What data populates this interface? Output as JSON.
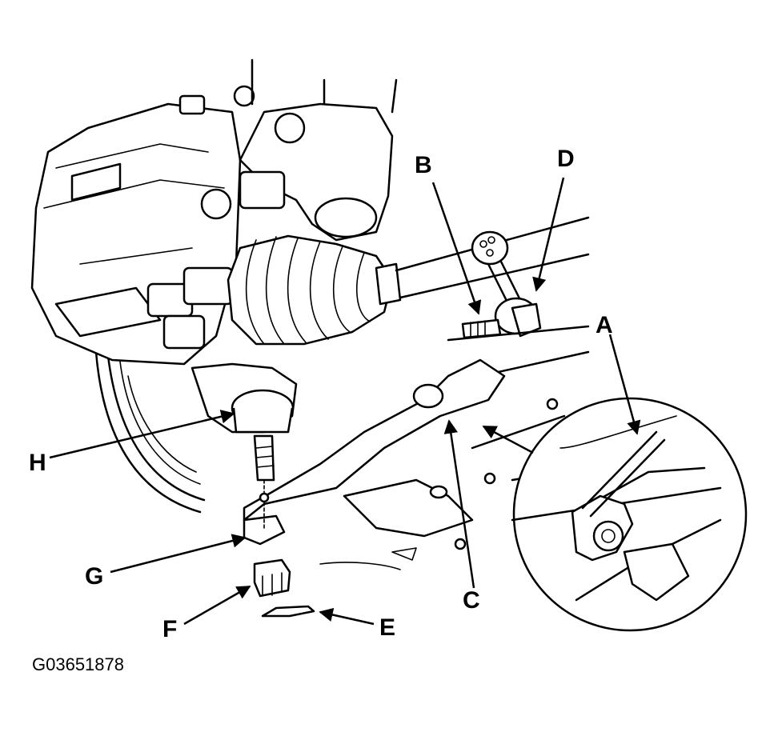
{
  "figure": {
    "id_text": "G03651878"
  },
  "callouts": {
    "A": "A",
    "B": "B",
    "C": "C",
    "D": "D",
    "E": "E",
    "F": "F",
    "G": "G",
    "H": "H"
  },
  "colors": {
    "line": "#000000",
    "background": "#ffffff"
  }
}
